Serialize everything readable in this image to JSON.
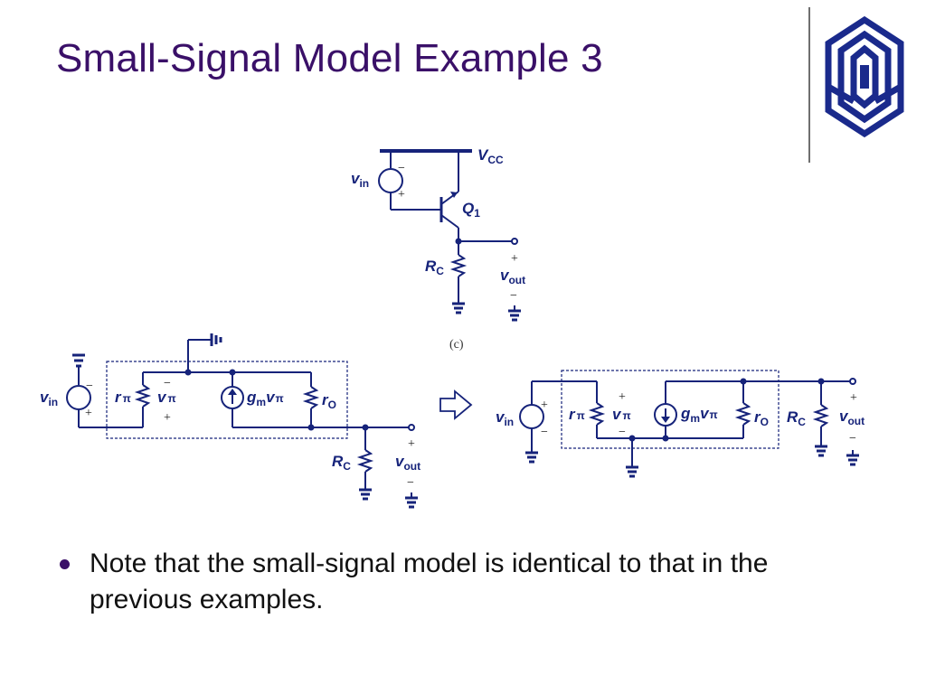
{
  "slide": {
    "title": "Small-Signal Model Example 3",
    "bullets": [
      "Note that the small-signal model is identical to that in the previous examples."
    ]
  },
  "colors": {
    "title": "#3a1068",
    "wire": "#16237a",
    "logo": "#1a2a8c"
  },
  "logo_icon": "university-emblem-icon",
  "circuit_top": {
    "caption": "(c)",
    "supply": "V",
    "supply_sub": "CC",
    "source": "v",
    "source_sub": "in",
    "transistor": "Q",
    "transistor_sub": "1",
    "resistor": "R",
    "resistor_sub": "C",
    "output": "v",
    "output_sub": "out",
    "plus": "+",
    "minus": "−"
  },
  "circuit_left": {
    "source": "v",
    "source_sub": "in",
    "rpi": "r",
    "rpi_sub": "π",
    "vpi": "v",
    "vpi_sub": "π",
    "gm": "g",
    "gm_sub": "m",
    "gm_vpi": "v",
    "gm_vpi_sub": "π",
    "ro": "r",
    "ro_sub": "O",
    "rc": "R",
    "rc_sub": "C",
    "output": "v",
    "output_sub": "out",
    "plus": "+",
    "minus": "−"
  },
  "circuit_right": {
    "source": "v",
    "source_sub": "in",
    "rpi": "r",
    "rpi_sub": "π",
    "vpi": "v",
    "vpi_sub": "π",
    "gm": "g",
    "gm_sub": "m",
    "gm_vpi": "v",
    "gm_vpi_sub": "π",
    "ro": "r",
    "ro_sub": "O",
    "rc": "R",
    "rc_sub": "C",
    "output": "v",
    "output_sub": "out",
    "plus": "+",
    "minus": "−"
  },
  "arrow_icon": "equivalent-arrow-icon"
}
